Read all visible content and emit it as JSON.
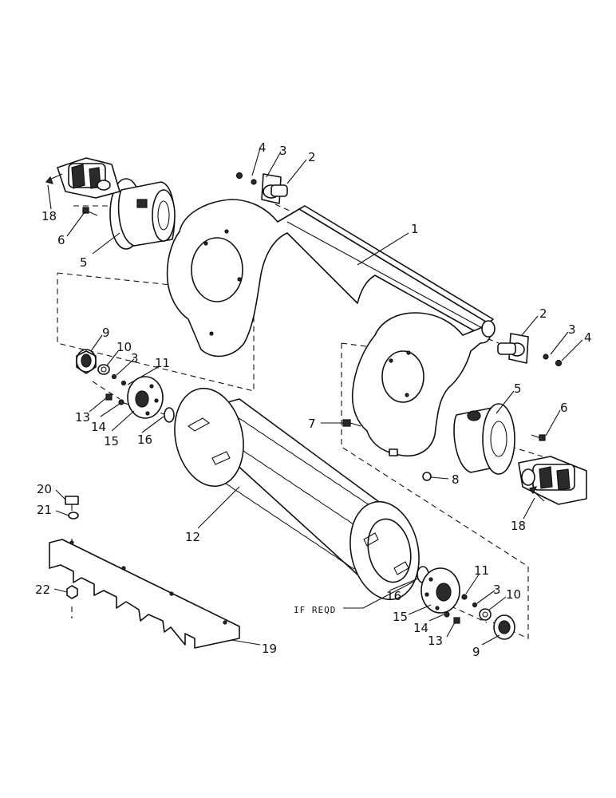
{
  "note": "IF REQD",
  "callouts": {
    "c1": "1",
    "c2a": "2",
    "c2b": "2",
    "c3a": "3",
    "c3b": "3",
    "c3c": "3",
    "c3d": "3",
    "c4a": "4",
    "c4b": "4",
    "c5a": "5",
    "c5b": "5",
    "c6a": "6",
    "c6b": "6",
    "c7": "7",
    "c8": "8",
    "c9a": "9",
    "c9b": "9",
    "c10a": "10",
    "c10b": "10",
    "c11a": "11",
    "c11b": "11",
    "c12": "12",
    "c13a": "13",
    "c13b": "13",
    "c14a": "14",
    "c14b": "14",
    "c15a": "15",
    "c15b": "15",
    "c16a": "16",
    "c16b": "16",
    "c18a": "18",
    "c18b": "18",
    "c19": "19",
    "c20": "20",
    "c21": "21",
    "c22": "22"
  }
}
